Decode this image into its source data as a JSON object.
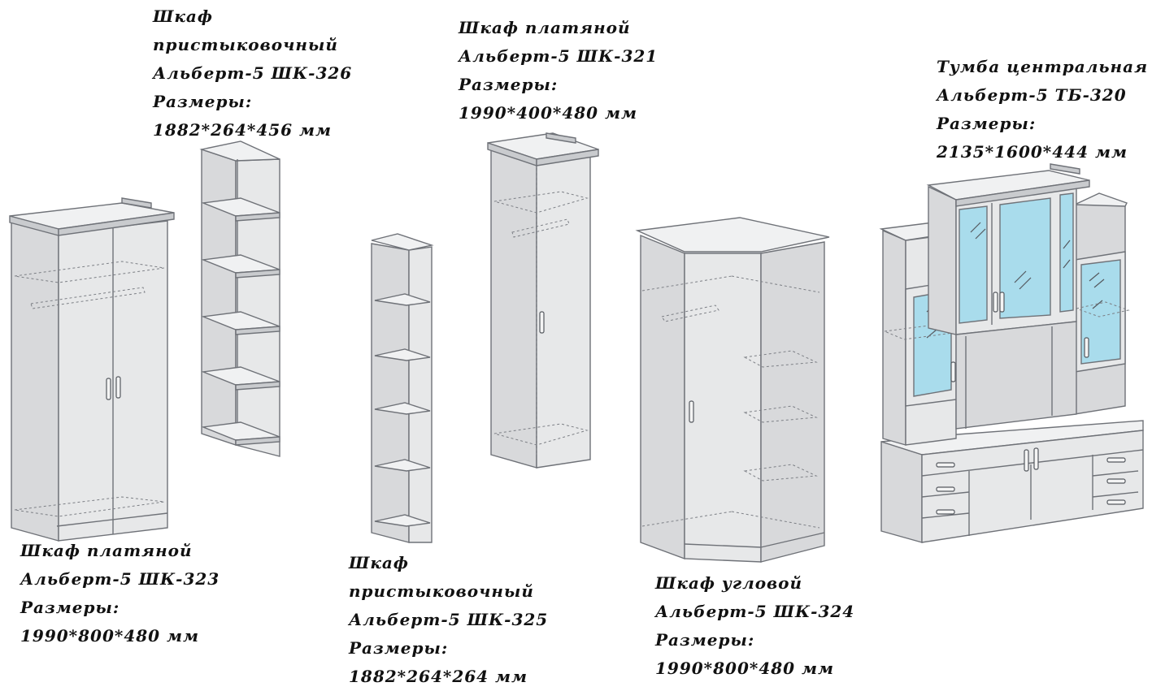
{
  "captions": {
    "shk326": {
      "line1": "Шкаф",
      "line2": "пристыковочный",
      "line3": "Альберт-5 ШК-326",
      "line4": "Размеры:",
      "line5": "1882*264*456 мм"
    },
    "shk321": {
      "line1": "Шкаф платяной",
      "line2": "Альберт-5 ШК-321",
      "line3": "Размеры:",
      "line4": "1990*400*480 мм"
    },
    "tb320": {
      "line1": "Тумба центральная",
      "line2": "Альберт-5 ТБ-320",
      "line3": "Размеры:",
      "line4": "2135*1600*444 мм"
    },
    "shk323": {
      "line1": "Шкаф платяной",
      "line2": "Альберт-5 ШК-323",
      "line3": "Размеры:",
      "line4": "1990*800*480 мм"
    },
    "shk325": {
      "line1": "Шкаф",
      "line2": "пристыковочный",
      "line3": "Альберт-5 ШК-325",
      "line4": "Размеры:",
      "line5": "1882*264*264 мм"
    },
    "shk324": {
      "line1": "Шкаф угловой",
      "line2": "Альберт-5 ШК-324",
      "line3": "Размеры:",
      "line4": "1990*800*480 мм"
    }
  },
  "colors": {
    "panel": "#e7e8e9",
    "outline": "#6f7278",
    "glass": "#a9dcec",
    "text": "#111111"
  }
}
